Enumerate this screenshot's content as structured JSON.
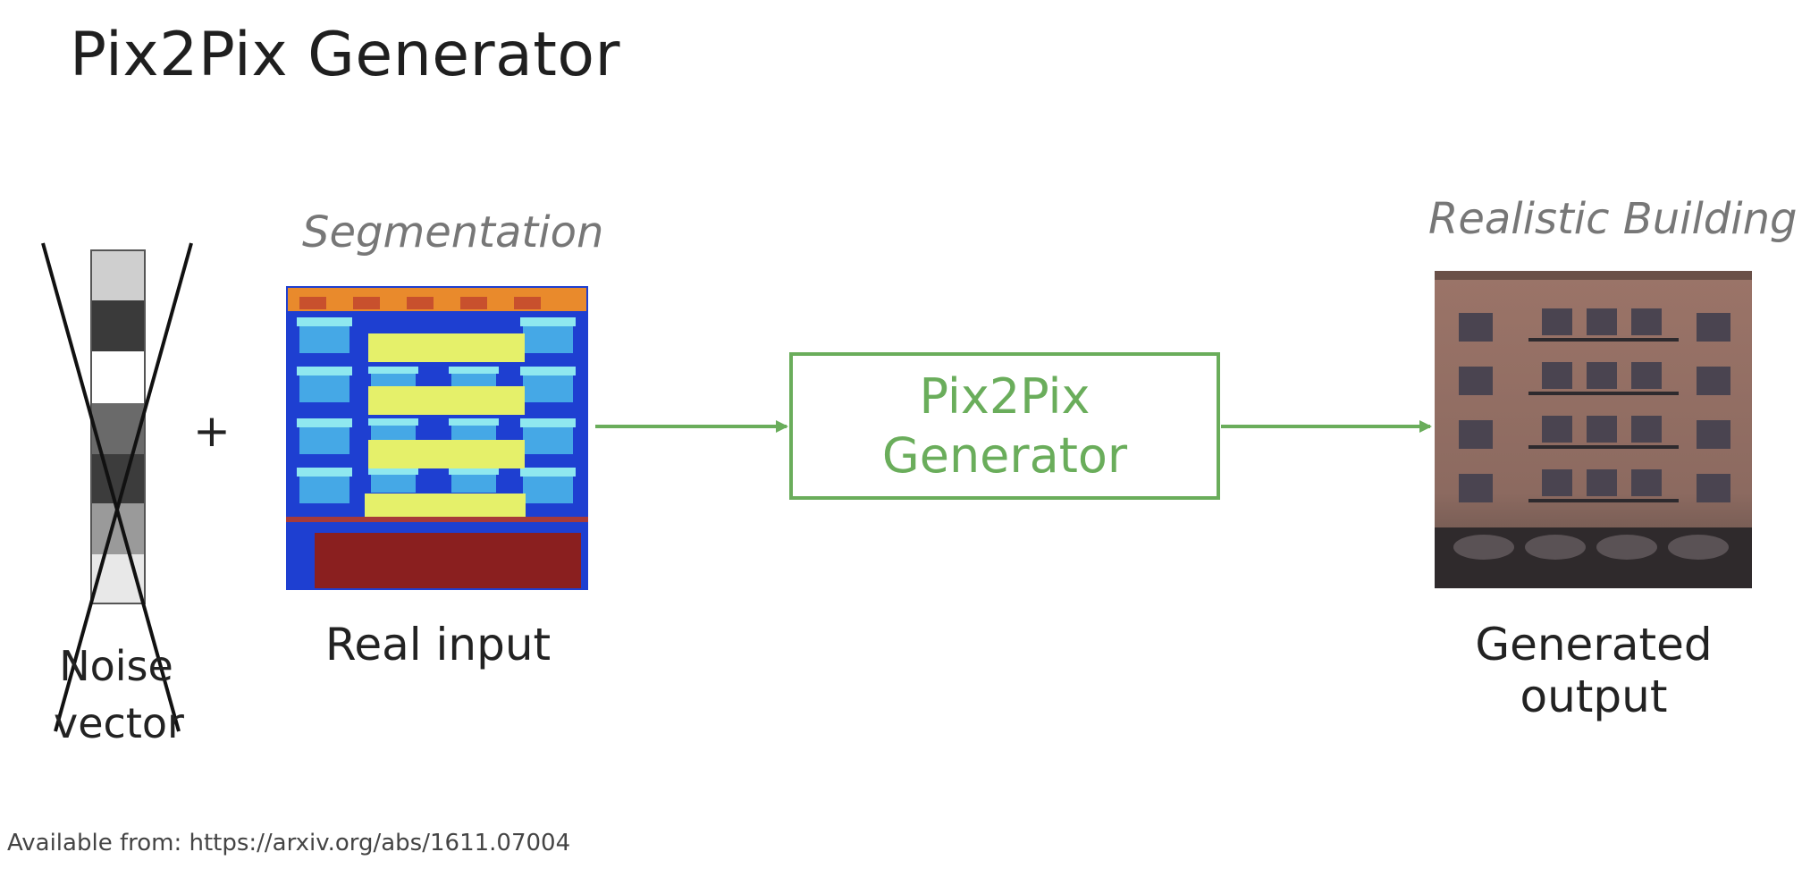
{
  "title": "Pix2Pix Generator",
  "noise": {
    "label_line1": "Noise",
    "label_line2": "vector",
    "crossed_out": true
  },
  "plus": "+",
  "segmentation": {
    "heading": "Segmentation",
    "caption": "Real input"
  },
  "generator": {
    "line1": "Pix2Pix",
    "line2": "Generator"
  },
  "output": {
    "heading": "Realistic Building",
    "caption": "Generated output"
  },
  "footer": "Available from: https://arxiv.org/abs/1611.07004",
  "colors": {
    "accent_green": "#6aad5b",
    "title_text": "#1f1f1f",
    "italic_label": "#777777"
  }
}
